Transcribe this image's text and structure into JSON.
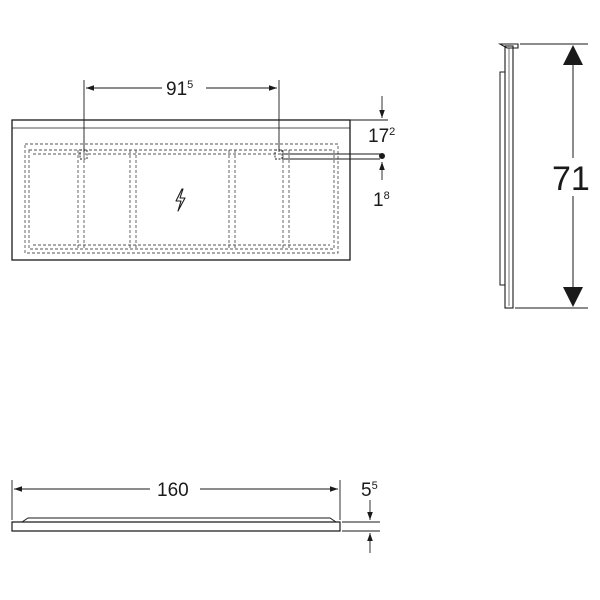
{
  "front_view": {
    "hook_spacing": {
      "main": "91",
      "sup": "5"
    },
    "top_offset": {
      "main": "17",
      "sup": "2"
    },
    "hook_tolerance": {
      "main": "1",
      "sup": "8"
    },
    "power_icon": "lightning-bolt-icon"
  },
  "side_view": {
    "height": "71"
  },
  "top_view": {
    "width": "160",
    "depth": {
      "main": "5",
      "sup": "5"
    }
  },
  "colors": {
    "line": "#1a1a1a",
    "hidden": "#555555"
  }
}
